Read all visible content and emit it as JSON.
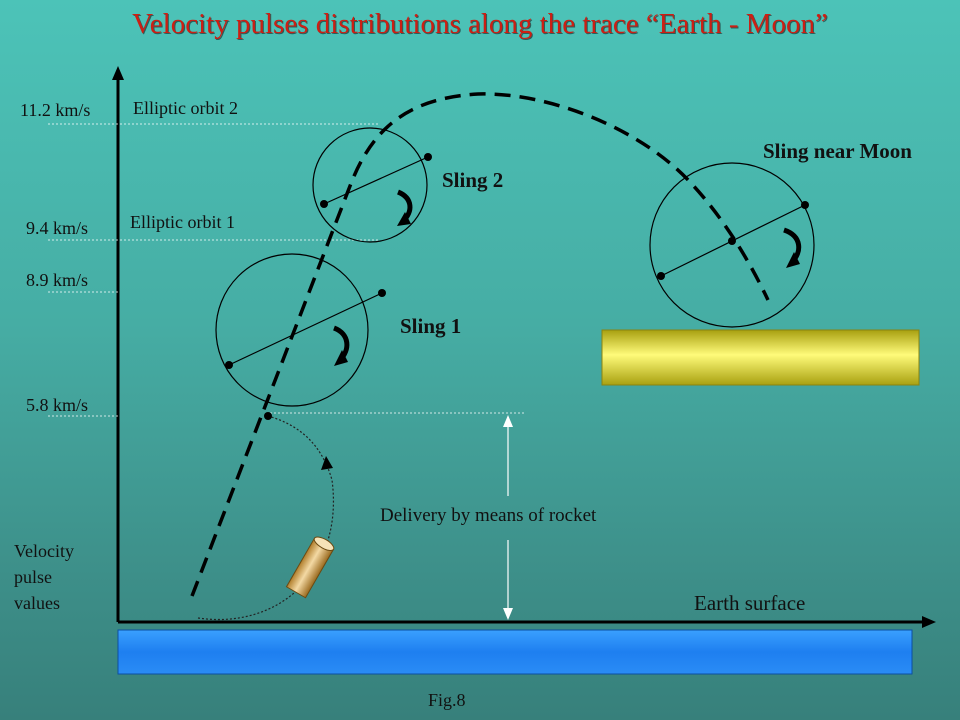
{
  "title": "Velocity pulses distributions along the trace “Earth - Moon”",
  "velocities": {
    "v1": "11.2 km/s",
    "v2": "9.4 km/s",
    "v3": "8.9 km/s",
    "v4": "5.8 km/s"
  },
  "orbits": {
    "orbit2": "Elliptic orbit 2",
    "orbit1": "Elliptic orbit 1"
  },
  "slings": {
    "sling1": "Sling 1",
    "sling2": "Sling 2",
    "sling_moon": "Sling near Moon"
  },
  "axis_label": [
    "Velocity",
    "pulse",
    "values"
  ],
  "earth_surface": "Earth surface",
  "delivery": "Delivery by means of rocket",
  "figure_caption": "Fig.8",
  "colors": {
    "title": "#cc1f14",
    "earth_bar": "#1e7ff0",
    "moon_bar": "#e8e030",
    "background": "#46ada4"
  }
}
